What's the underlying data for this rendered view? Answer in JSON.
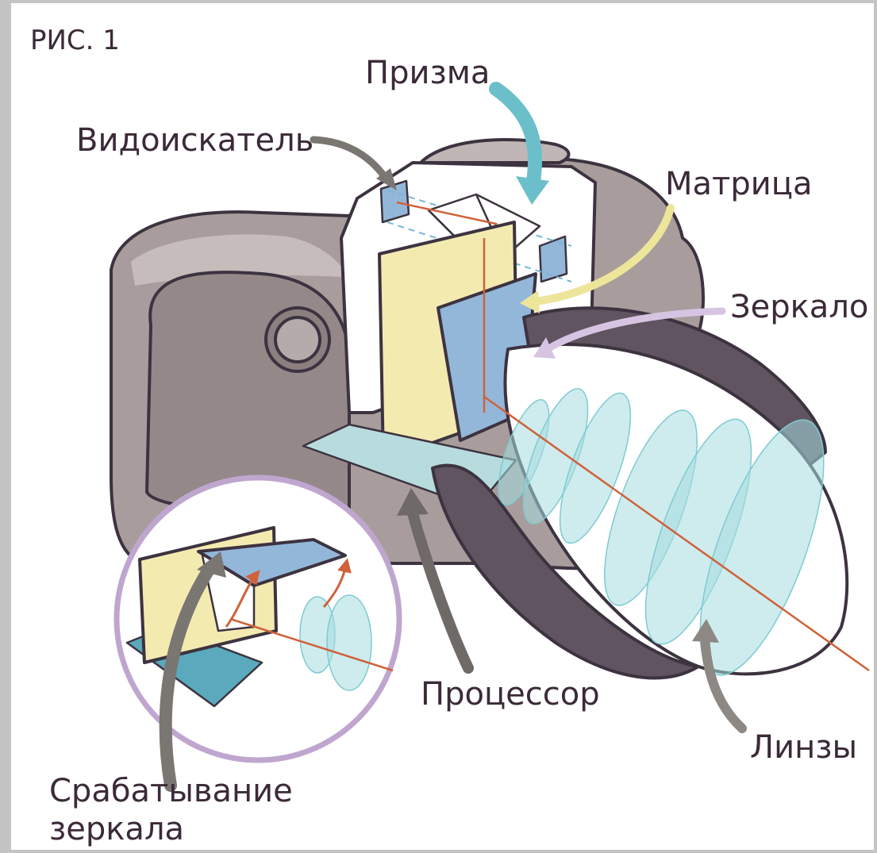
{
  "figure_label": "РИС. 1",
  "labels": {
    "prism": "Призма",
    "viewfinder": "Видоискатель",
    "matrix": "Матрица",
    "mirror": "Зеркало",
    "processor": "Процессор",
    "lenses": "Линзы",
    "mirror_flip_line1": "Срабатывание",
    "mirror_flip_line2": "зеркала"
  },
  "colors": {
    "body": "#a89d9c",
    "body_dark": "#8c7f80",
    "outline": "#3d3340",
    "lens_ring": "#5f5460",
    "matrix_yellow": "#f3eab0",
    "mirror_blue": "#93b7d9",
    "processor_teal": "#b8dcdd",
    "lens_glass": "#a6dde0",
    "ray": "#d0623a",
    "arrow_gray": "#7a7672",
    "arrow_teal": "#6bbfca",
    "arrow_yellow": "#ede59a",
    "arrow_lilac": "#d7c4e2",
    "inset_ring": "#bfa6cf"
  }
}
